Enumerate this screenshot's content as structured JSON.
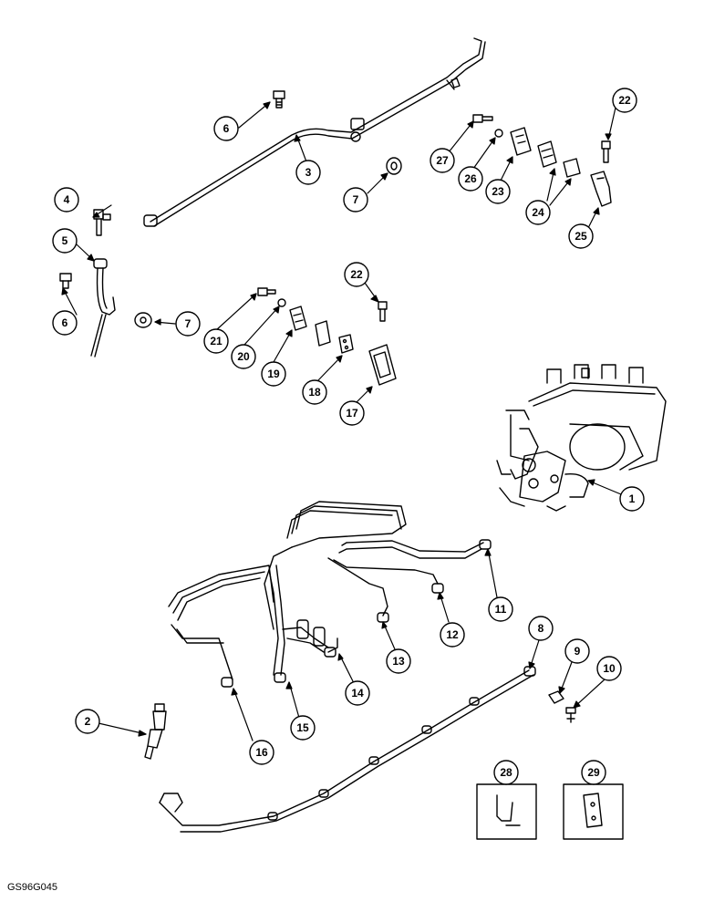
{
  "figure_code": "GS96G045",
  "callouts": {
    "c1": "1",
    "c2": "2",
    "c3": "3",
    "c4": "4",
    "c5": "5",
    "c6a": "6",
    "c6b": "6",
    "c7a": "7",
    "c7b": "7",
    "c8": "8",
    "c9": "9",
    "c10": "10",
    "c11": "11",
    "c12": "12",
    "c13": "13",
    "c14": "14",
    "c15": "15",
    "c16": "16",
    "c17": "17",
    "c18": "18",
    "c19": "19",
    "c20": "20",
    "c21": "21",
    "c22a": "22",
    "c22b": "22",
    "c23": "23",
    "c24": "24",
    "c25": "25",
    "c26": "26",
    "c27": "27",
    "c28": "28",
    "c29": "29"
  },
  "colors": {
    "line": "#000000",
    "background": "#ffffff"
  }
}
